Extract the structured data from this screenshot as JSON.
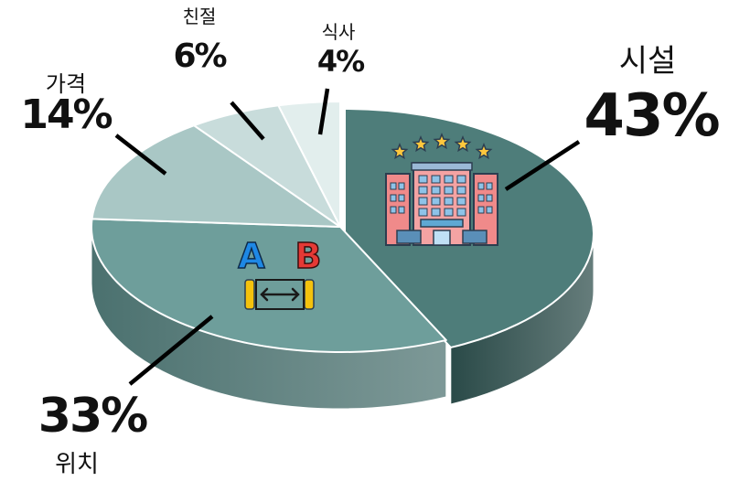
{
  "chart_data": {
    "type": "pie",
    "style": "3d-exploded-slice",
    "categories": [
      "시설",
      "위치",
      "가격",
      "친절",
      "식사"
    ],
    "values": [
      43,
      33,
      14,
      6,
      4
    ],
    "value_labels": [
      "43%",
      "33%",
      "14%",
      "6%",
      "4%"
    ],
    "colors": [
      "#4e7d7a",
      "#6e9e9b",
      "#a9c7c5",
      "#c8dcdb",
      "#e2eeed"
    ],
    "side_colors": [
      "#2a4a48",
      "#4b716f",
      "#8aa7a5",
      "#a9c0bf",
      "#c5d6d5"
    ],
    "icons": {
      "시설": "hotel-building-icon",
      "위치": "a-to-b-distance-icon"
    },
    "icon_letters": {
      "a": "A",
      "b": "B"
    },
    "icon_colors": {
      "a": "#1e88e5",
      "b": "#e53935",
      "bar": "#f4c20d"
    },
    "legend": "none"
  }
}
